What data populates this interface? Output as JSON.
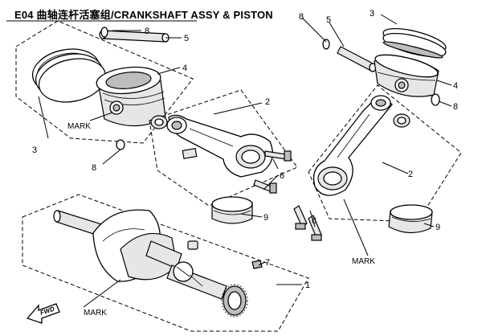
{
  "title": "E04 曲轴连杆活塞组/CRANKSHAFT ASSY & PISTON",
  "callouts": {
    "c1": "1",
    "c2a": "2",
    "c2b": "2",
    "c3a": "3",
    "c3b": "3",
    "c4a": "4",
    "c4b": "4",
    "c5a": "5",
    "c5b": "5",
    "c6a": "6",
    "c6b": "6",
    "c7": "7",
    "c8a": "8",
    "c8b": "8",
    "c8c": "8",
    "c8d": "8",
    "c9a": "9",
    "c9b": "9"
  },
  "marks": {
    "m1": "MARK",
    "m2": "MARK",
    "m3": "MARK"
  },
  "fwd_label": "FWD"
}
